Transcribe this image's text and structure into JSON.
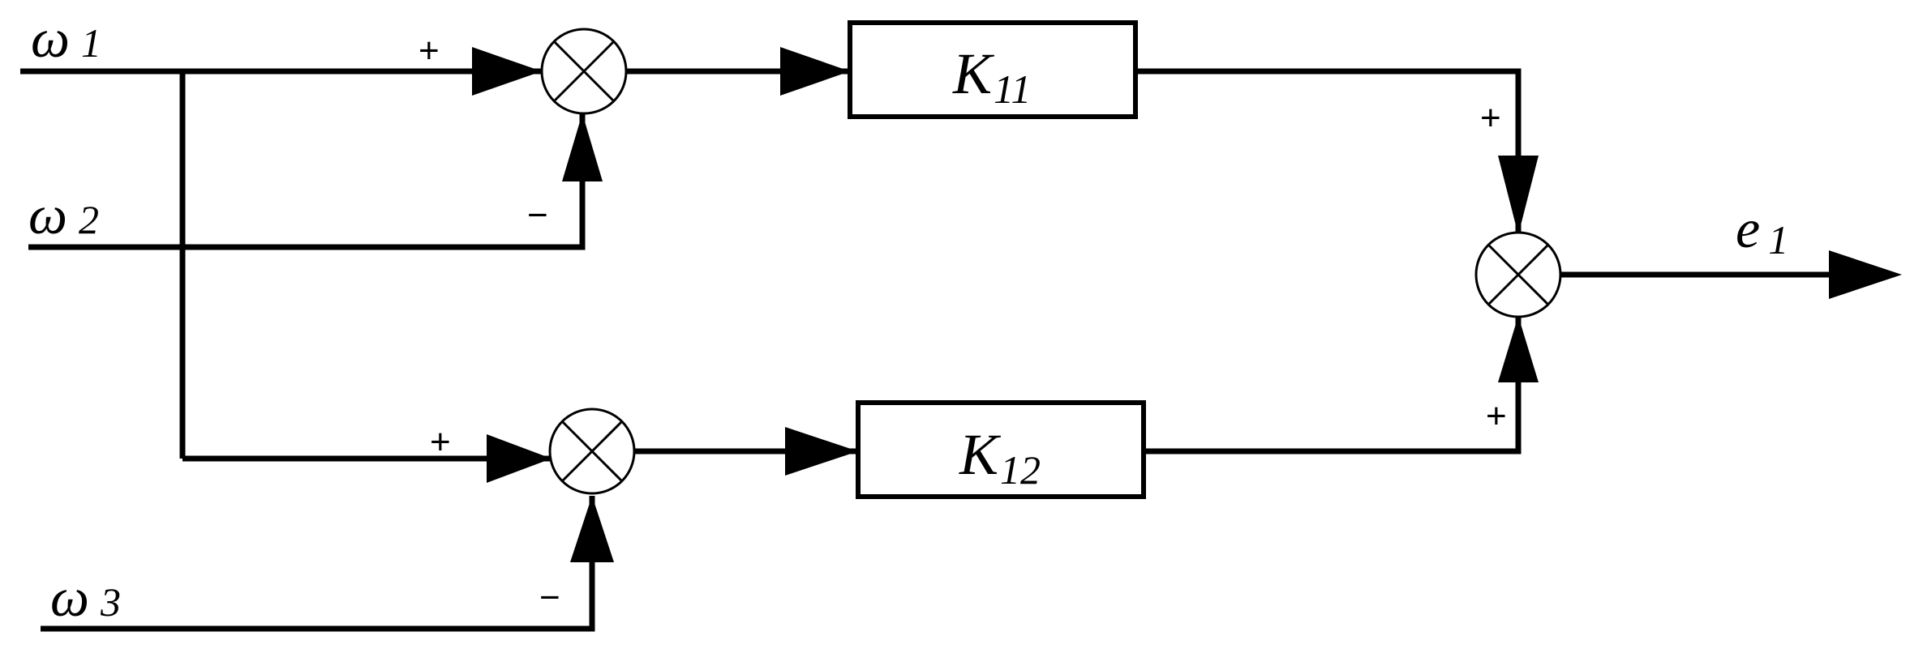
{
  "signals": {
    "w1": {
      "base": "ω",
      "sub": "1"
    },
    "w2": {
      "base": "ω",
      "sub": "2"
    },
    "w3": {
      "base": "ω",
      "sub": "3"
    },
    "e1": {
      "base": "e",
      "sub": "1"
    }
  },
  "blocks": {
    "k11": {
      "base": "K",
      "sub": "11"
    },
    "k12": {
      "base": "K",
      "sub": "12"
    }
  },
  "signs": {
    "j1_plus": "+",
    "j1_minus": "−",
    "j2_plus": "+",
    "j2_minus": "−",
    "j3_top_plus": "+",
    "j3_bottom_plus": "+"
  }
}
